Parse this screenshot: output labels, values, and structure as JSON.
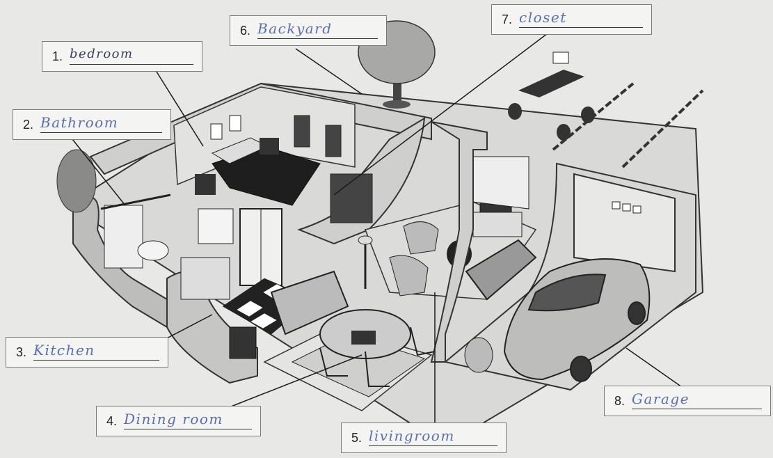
{
  "worksheet": {
    "labels": [
      {
        "number": "1.",
        "answer": "bedroom"
      },
      {
        "number": "2.",
        "answer": "Bathroom"
      },
      {
        "number": "3.",
        "answer": "Kitchen"
      },
      {
        "number": "4.",
        "answer": "Dining room"
      },
      {
        "number": "5.",
        "answer": "livingroom"
      },
      {
        "number": "6.",
        "answer": "Backyard"
      },
      {
        "number": "7.",
        "answer": "closet"
      },
      {
        "number": "8.",
        "answer": "Garage"
      }
    ]
  },
  "colors": {
    "paper": "#e8e8e6",
    "box": "#f4f4f2",
    "ink": "#222222",
    "handwriting": "#5b6fb0"
  }
}
